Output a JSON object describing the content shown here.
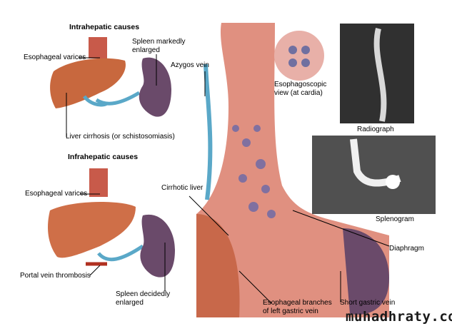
{
  "headings": {
    "intrahepatic": "Intrahepatic causes",
    "infrahepatic": "Infrahepatic causes"
  },
  "labels": {
    "esophageal_varices_top": "Esophageal varices",
    "spleen_markedly_1": "Spleen markedly",
    "spleen_markedly_2": "enlarged",
    "azygos_vein": "Azygos vein",
    "liver_cirrhosis": "Liver cirrhosis (or schistosomiasis)",
    "esophageal_varices_bottom": "Esophageal varices",
    "portal_vein_thrombosis": "Portal vein thrombosis",
    "spleen_decidedly_1": "Spleen decidedly",
    "spleen_decidedly_2": "enlarged",
    "cirrhotic_liver": "Cirrhotic liver",
    "esophagoscopic_1": "Esophagoscopic",
    "esophagoscopic_2": "view (at cardia)",
    "radiograph": "Radiograph",
    "splenogram": "Splenogram",
    "diaphragm": "Diaphragm",
    "esophageal_branches_1": "Esophageal branches",
    "esophageal_branches_2": "of left gastric vein",
    "short_gastric_vein": "Short gastric vein"
  },
  "watermark": "muhadhraty.com",
  "colors": {
    "liver": "#c8683e",
    "spleen": "#6a4a6a",
    "vein": "#5aa8c8",
    "esophagus": "#e09080"
  }
}
